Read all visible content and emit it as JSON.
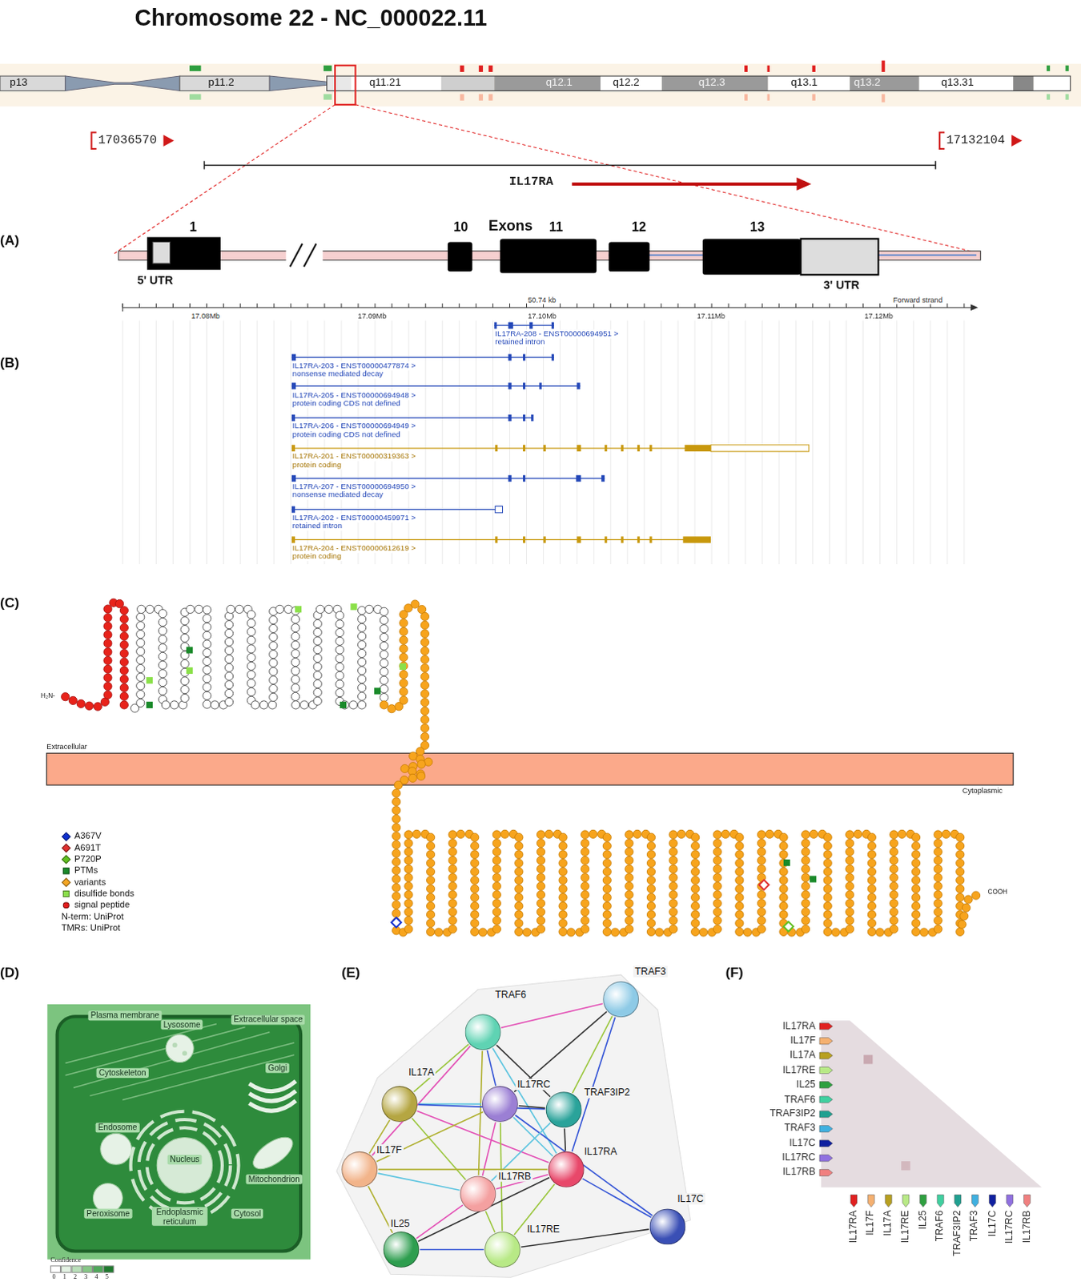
{
  "diagram": {
    "title": "Chromosome 22 - NC_000022.11",
    "nodes": [
      {
        "text": [
          "TRAF6"
        ]
      },
      {
        "text": [
          "TRAF3"
        ]
      },
      {
        "text": [
          "IL17A"
        ]
      },
      {
        "text": [
          "IL17RC"
        ]
      },
      {
        "text": [
          "TRAF3IP2"
        ]
      },
      {
        "text": [
          "IL17RA"
        ]
      },
      {
        "text": [
          "IL17F"
        ]
      },
      {
        "text": [
          "IL17RB"
        ]
      },
      {
        "text": [
          "IL25"
        ]
      },
      {
        "text": [
          "IL17RE"
        ]
      },
      {
        "text": [
          "IL17C"
        ]
      }
    ],
    "edges": [
      {
        "from": 0,
        "to": 1,
        "arrow": "none"
      },
      {
        "from": 0,
        "to": 2,
        "arrow": "none"
      },
      {
        "from": 0,
        "to": 3,
        "arrow": "none"
      },
      {
        "from": 0,
        "to": 4,
        "arrow": "none"
      },
      {
        "from": 0,
        "to": 5,
        "arrow": "none"
      },
      {
        "from": 0,
        "to": 7,
        "arrow": "none"
      },
      {
        "from": 0,
        "to": 6,
        "arrow": "none"
      },
      {
        "from": 1,
        "to": 4,
        "arrow": "none"
      },
      {
        "from": 1,
        "to": 5,
        "arrow": "none"
      },
      {
        "from": 1,
        "to": 3,
        "arrow": "none"
      },
      {
        "from": 2,
        "to": 3,
        "arrow": "none"
      },
      {
        "from": 2,
        "to": 6,
        "arrow": "none"
      },
      {
        "from": 2,
        "to": 5,
        "arrow": "none"
      },
      {
        "from": 2,
        "to": 7,
        "arrow": "none"
      },
      {
        "from": 2,
        "to": 4,
        "arrow": "none"
      },
      {
        "from": 3,
        "to": 4,
        "arrow": "none"
      },
      {
        "from": 3,
        "to": 5,
        "arrow": "none"
      },
      {
        "from": 3,
        "to": 6,
        "arrow": "none"
      },
      {
        "from": 3,
        "to": 7,
        "arrow": "none"
      },
      {
        "from": 3,
        "to": 9,
        "arrow": "none"
      },
      {
        "from": 3,
        "to": 10,
        "arrow": "none"
      },
      {
        "from": 4,
        "to": 5,
        "arrow": "none"
      },
      {
        "from": 4,
        "to": 7,
        "arrow": "none"
      },
      {
        "from": 5,
        "to": 6,
        "arrow": "none"
      },
      {
        "from": 5,
        "to": 7,
        "arrow": "none"
      },
      {
        "from": 5,
        "to": 9,
        "arrow": "none"
      },
      {
        "from": 5,
        "to": 10,
        "arrow": "none"
      },
      {
        "from": 5,
        "to": 8,
        "arrow": "none"
      },
      {
        "from": 6,
        "to": 7,
        "arrow": "none"
      },
      {
        "from": 6,
        "to": 8,
        "arrow": "none"
      },
      {
        "from": 7,
        "to": 8,
        "arrow": "none"
      },
      {
        "from": 7,
        "to": 9,
        "arrow": "none"
      },
      {
        "from": 8,
        "to": 9,
        "arrow": "none"
      },
      {
        "from": 9,
        "to": 10,
        "arrow": "none"
      }
    ],
    "labels": [
      "p13",
      "p11.2",
      "q11.21",
      "q12.1",
      "q12.2",
      "q12.3",
      "q13.1",
      "q13.2",
      "q13.31",
      "17036570",
      "17132104",
      "IL17RA",
      "(A)",
      "1",
      "10",
      "Exons",
      "11",
      "12",
      "13",
      "5' UTR",
      "3' UTR",
      "50.74 kb",
      "Forward strand",
      "17.08Mb",
      "17.09Mb",
      "17.10Mb",
      "17.11Mb",
      "17.12Mb",
      "(B)",
      "IL17RA-208 - ENST00000694951 >",
      "retained intron",
      "IL17RA-203 - ENST00000477874 >",
      "nonsense mediated decay",
      "IL17RA-205 - ENST00000694948 >",
      "protein coding CDS not defined",
      "IL17RA-206 - ENST00000694949 >",
      "protein coding CDS not defined",
      "IL17RA-201 - ENST00000319363 >",
      "protein coding",
      "IL17RA-207 - ENST00000694950 >",
      "nonsense mediated decay",
      "IL17RA-202 - ENST00000459971 >",
      "retained intron",
      "IL17RA-204 - ENST00000612619 >",
      "protein coding",
      "(C)",
      "Extracellular",
      "Cytoplasmic",
      "H₂N-",
      "COOH",
      "N-term: UniProt",
      "TMRs: UniProt",
      "(D)",
      "(E)",
      "(F)",
      "Plasma membrane",
      "Extracellular space",
      "Lysosome",
      "Cytoskeleton",
      "Golgi",
      "Endosome",
      "Nucleus",
      "Mitochondrion",
      "Peroxisome",
      "Endoplasmic reticulum",
      "Cytosol",
      "Confidence",
      "0",
      "1",
      "2",
      "3",
      "4",
      "5",
      "IL17RA",
      "IL17F",
      "IL17A",
      "IL17RE",
      "IL25",
      "TRAF6",
      "TRAF3IP2",
      "TRAF3",
      "IL17C",
      "IL17RC",
      "IL17RB",
      "IL17RA",
      "IL17F",
      "IL17A",
      "IL17RE",
      "IL25",
      "TRAF6",
      "TRAF3IP2",
      "TRAF3",
      "IL17C",
      "IL17RC",
      "IL17RB"
    ],
    "legend": [
      {
        "text": "A367V",
        "color": "#1030d0"
      },
      {
        "text": "A691T",
        "color": "#e03030"
      },
      {
        "text": "P720P",
        "color": "#60c020"
      },
      {
        "text": "PTMs",
        "color": "#1a8a2a"
      },
      {
        "text": "variants",
        "color": "#f5a623"
      },
      {
        "text": "disulfide bonds",
        "color": "#8be04a"
      },
      {
        "text": "signal peptide",
        "color": "#e21b1b"
      }
    ]
  }
}
